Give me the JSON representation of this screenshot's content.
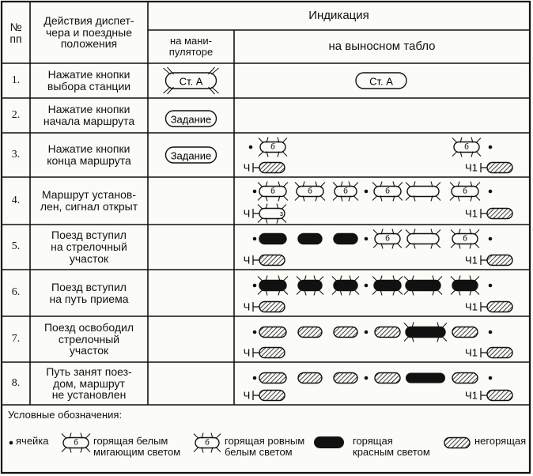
{
  "header": {
    "num": "№\nпп",
    "actions": "Действия диспет-\nчера и поездные\nположения",
    "indication": "Индикация",
    "manipulator": "на мани-\nпуляторе",
    "board": "на выносном табло"
  },
  "rows": [
    {
      "n": "1.",
      "action": "Нажатие кнопки\nвыбора станции",
      "manip": "Ст. А",
      "board_tag": "Ст. А"
    },
    {
      "n": "2.",
      "action": "Нажатие кнопки\nначала маршрута",
      "manip": "Задание"
    },
    {
      "n": "3.",
      "action": "Нажатие кнопки\nконца маршрута",
      "manip": "Задание"
    },
    {
      "n": "4.",
      "action": "Маршрут установ-\nлен, сигнал открыт"
    },
    {
      "n": "5.",
      "action": "Поезд вступил\nна стрелочный\nучасток"
    },
    {
      "n": "6.",
      "action": "Поезд вступил\nна путь приема"
    },
    {
      "n": "7.",
      "action": "Поезд освободил\nстрелочный\nучасток"
    },
    {
      "n": "8.",
      "action": "Путь занят поез-\nдом, маршрут\nне установлен"
    }
  ],
  "labels": {
    "ch": "Ч",
    "ch1": "Ч1",
    "b": "б",
    "z": "з"
  },
  "legend": {
    "title": "Условные обозначения:",
    "cell": "ячейка",
    "blink": "горящая белым\nмигающим светом",
    "steady": "горящая ровным\nбелым светом",
    "red": "горящая\nкрасным светом",
    "off": "негорящая"
  },
  "colors": {
    "ink": "#111111",
    "paper": "#fbfbf8"
  }
}
